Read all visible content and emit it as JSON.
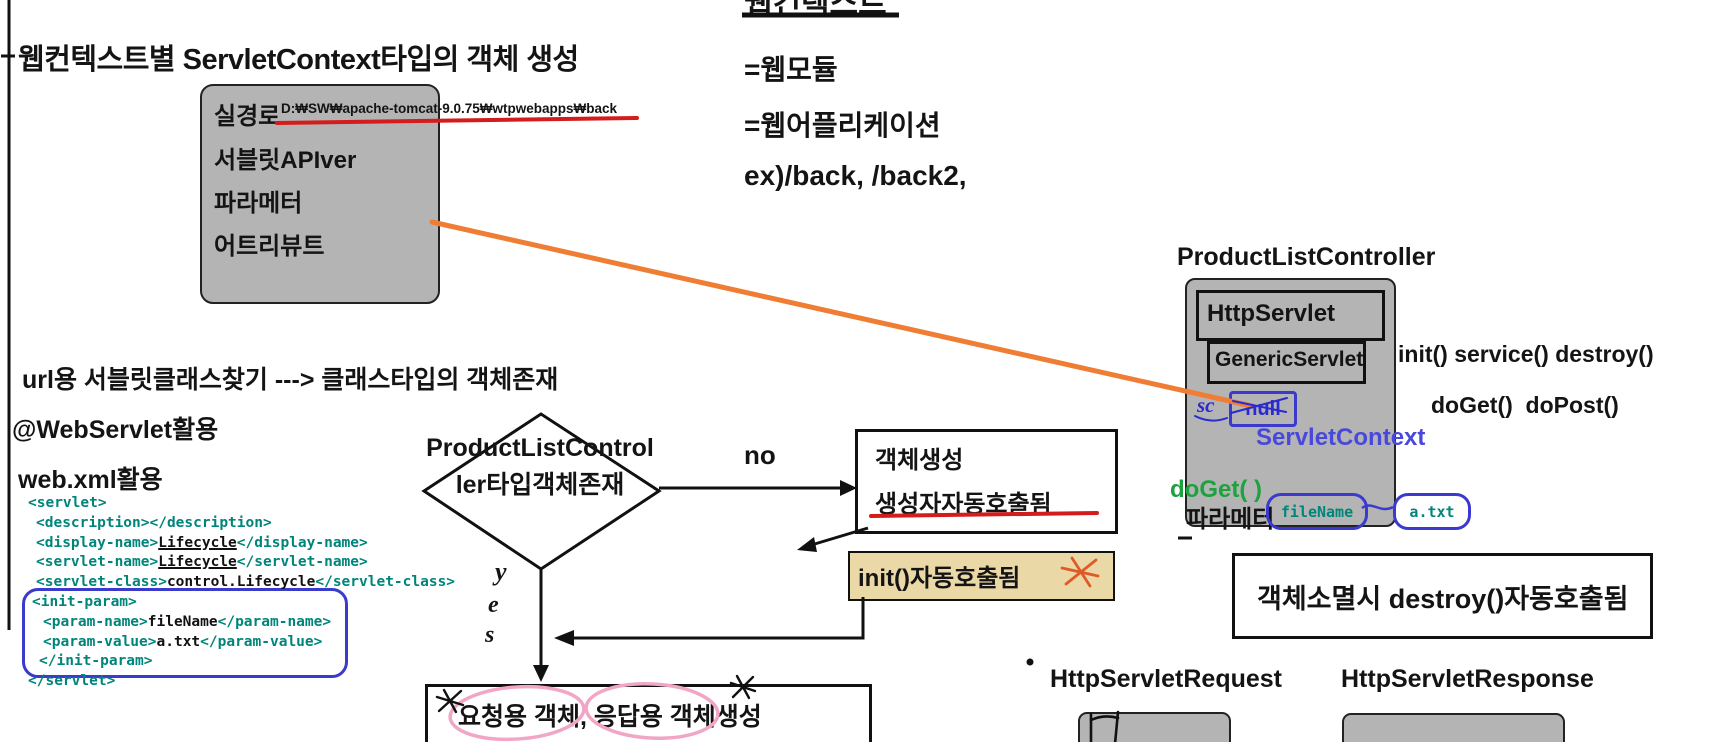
{
  "colors": {
    "teal_code": "#00857a",
    "blue_ink": "#2a2ad0",
    "green_ink": "#1ca23e",
    "red_ink": "#d41c1c",
    "orange_line": "#ef7d33",
    "tan_box": "#ead9a6",
    "pink_highlight": "#f2a6c6",
    "gray_box": "#b4b4b4"
  },
  "top": {
    "web_context_cut": "웹컨텍스트",
    "eq_module": "=웹모듈",
    "eq_app": "=웹어플리케이션",
    "example": "ex)/back, /back2,"
  },
  "title": "웹컨텍스트별 ServletContext타입의 객체 생성",
  "context_box": {
    "items": [
      "실경로",
      "서블릿APIver",
      "파라메터",
      "어트리뷰트"
    ],
    "real_path": "D:₩SW₩apache-tomcat-9.0.75₩wtpwebapps₩back"
  },
  "left_notes": {
    "url_find": "url용 서블릿클래스찾기 ---> 클래스타입의 객체존재",
    "webservlet": "@WebServlet활용",
    "webxml": "web.xml활용"
  },
  "code": {
    "l1": {
      "t": "<servlet>"
    },
    "l2": {
      "t": "<description></description>"
    },
    "l3": {
      "a": "<display-name>",
      "b": "Lifecycle",
      "c": "</display-name>"
    },
    "l4": {
      "a": "<servlet-name>",
      "b": "Lifecycle",
      "c": "</servlet-name>"
    },
    "l5": {
      "a": "<servlet-class>",
      "b": "control.Lifecycle",
      "c": "</servlet-class>"
    },
    "l6": {
      "t": "<init-param>"
    },
    "l7": {
      "a": "<param-name>",
      "b": "fileName",
      "c": "</param-name>"
    },
    "l8": {
      "a": "<param-value>",
      "b": "a.txt",
      "c": "</param-value>"
    },
    "l9": {
      "t": "</init-param>"
    },
    "l10": {
      "t": "</servlet>"
    }
  },
  "flow": {
    "diamond_line1": "ProductListControl",
    "diamond_line2": "ler타입객체존재",
    "no_label": "no",
    "yes_letters": [
      "y",
      "e",
      "s"
    ],
    "create_line1": "객체생성",
    "create_line2": "생성자자동호출됨",
    "init_box": "init()자동호출됨",
    "request_box": "요청용 객체, 응답용 객체생성",
    "destroy_box": "객체소멸시 destroy()자동호출됨"
  },
  "controller": {
    "title": "ProductListController",
    "http_servlet": "HttpServlet",
    "generic_servlet": "GenericServlet",
    "sc_label": "sc",
    "sc_value": "null",
    "servlet_context": "ServletContext",
    "methods_line1": "init() service() destroy()",
    "methods_line2": "doGet()  doPost()",
    "doget_call": "doGet( )",
    "param_label": "파라메터",
    "param_name": "fileName",
    "param_value": "a.txt"
  },
  "bottom": {
    "request_label": "HttpServletRequest",
    "response_label": "HttpServletResponse"
  }
}
